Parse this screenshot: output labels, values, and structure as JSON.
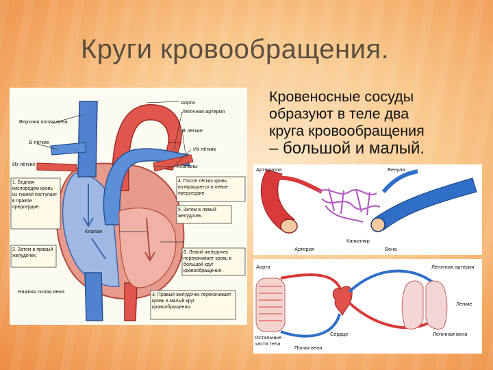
{
  "slide": {
    "title": "Круги кровообращения.",
    "description": [
      "Кровеносные сосуды",
      "образуют в теле два",
      "круга кровообращения",
      "– большой и малый."
    ]
  },
  "heart_diagram": {
    "labels": {
      "aorta": "Аорта",
      "pulmonary_artery": "Лёгочная артерия",
      "superior_vena_cava": "Верхняя полая вена",
      "to_lungs_left": "В лёгкие",
      "to_lungs_right": "В лёгкие",
      "from_lungs_left": "Из лёгких",
      "from_lungs_right": "Из лёгких",
      "valves": "Клапаны",
      "inferior_vena_cava": "Нижняя полая вена",
      "valve": "Клапан"
    },
    "steps": [
      "1. Бедная кислородом кровь из тканей поступает в правое предсердие.",
      "2. Затем в правый желудочек.",
      "3. Правый желудочек перекачивает кровь в малый круг кровообращения.",
      "4. После лёгких кровь возвращается в левое предсердие.",
      "5. Затем в левый желудочек.",
      "6. Левый желудочек перекачивает кровь в большой круг кровообращения."
    ]
  },
  "vessels_diagram": {
    "labels": {
      "arteriole": "Артериола",
      "venule": "Венула",
      "capillary": "Капилляр",
      "artery": "Артерия",
      "vein": "Вена"
    }
  },
  "circulation_diagram": {
    "labels": {
      "aorta": "Аорта",
      "pulmonary_artery": "Легочная артерия",
      "lungs": "Легкие",
      "pulmonary_vein": "Легочная вена",
      "heart": "Сердце",
      "vena_cava": "Полая вена",
      "rest_of_body": "Остальные части тела"
    }
  },
  "colors": {
    "artery_red": "#d83a3a",
    "vein_blue": "#2f6fc8",
    "background_orange": "#f2a25c"
  }
}
